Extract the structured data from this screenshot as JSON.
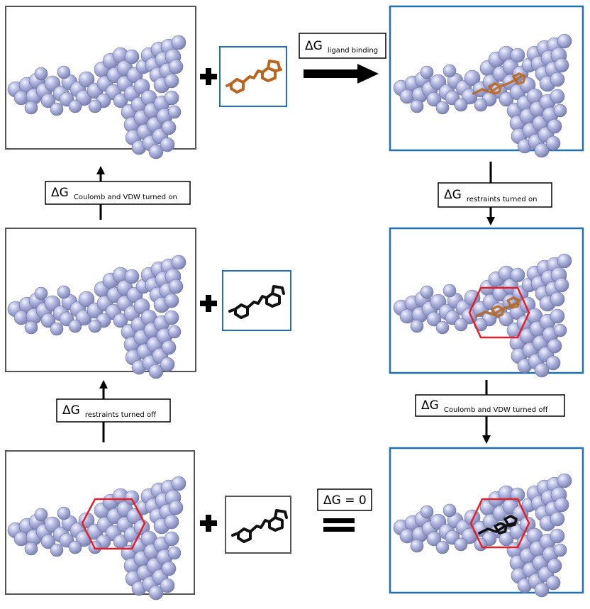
{
  "colors": {
    "protein_fill": "#a9aed9",
    "protein_stroke": "#6e739d",
    "ligand_coupled": "#b8651f",
    "ligand_decoupled": "#111111",
    "solvated_frame": "#1f70b8",
    "vacuum_frame": "#555555",
    "restraint_hexagon": "#e0202a"
  },
  "labels": {
    "ligand_binding": {
      "prefix": "ΔG",
      "subscript": "ligand binding"
    },
    "restraints_on": {
      "prefix": "ΔG",
      "subscript": "restraints turned on"
    },
    "coulomb_vdw_off": {
      "prefix": "ΔG",
      "subscript": "Coulomb and VDW turned off"
    },
    "coulomb_vdw_on": {
      "prefix": "ΔG",
      "subscript": "Coulomb and VDW turned on"
    },
    "restraints_off": {
      "prefix": "ΔG",
      "subscript": "restraints turned off"
    },
    "zero": "ΔG = 0"
  }
}
